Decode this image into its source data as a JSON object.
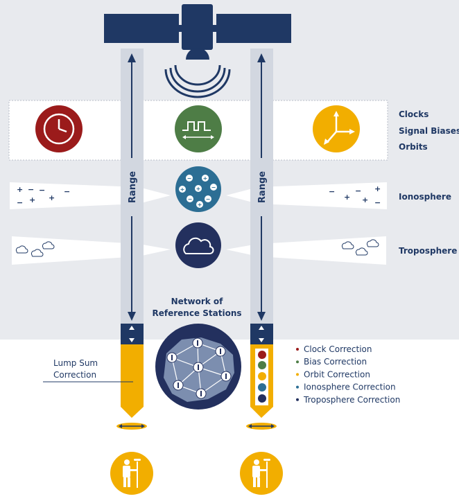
{
  "layer_labels": {
    "clocks": "Clocks",
    "signal_biases": "Signal Biases",
    "orbits": "Orbits",
    "ionosphere": "Ionosphere",
    "troposphere": "Troposphere"
  },
  "range_label": "Range",
  "network_title": {
    "line1": "Network of",
    "line2": "Reference Stations"
  },
  "lump_sum": {
    "line1": "Lump Sum",
    "line2": "Correction"
  },
  "legend": [
    {
      "label": "Clock Correction",
      "color": "#9b1b1b"
    },
    {
      "label": "Bias Correction",
      "color": "#4e7d46"
    },
    {
      "label": "Orbit Correction",
      "color": "#f2ae00"
    },
    {
      "label": "Ionosphere Correction",
      "color": "#2c6e94"
    },
    {
      "label": "Troposphere Correction",
      "color": "#23305e"
    }
  ],
  "colors": {
    "navy": "#1f3864",
    "gray_band": "#e8eaee",
    "range_bar": "#d2d7e0",
    "yellow": "#f2ae00",
    "clock_red": "#9b1b1b",
    "bias_green": "#4e7d46",
    "iono_blue": "#2c6e94",
    "tropo_navy": "#23305e"
  },
  "icons": {
    "satellite": "satellite-icon",
    "clock": "clock-icon",
    "signal_bias": "square-wave-icon",
    "orbit": "axes-icon",
    "ionosphere": "charges-icon",
    "troposphere": "cloud-icon",
    "network": "network-map-icon",
    "user": "surveyor-icon"
  }
}
